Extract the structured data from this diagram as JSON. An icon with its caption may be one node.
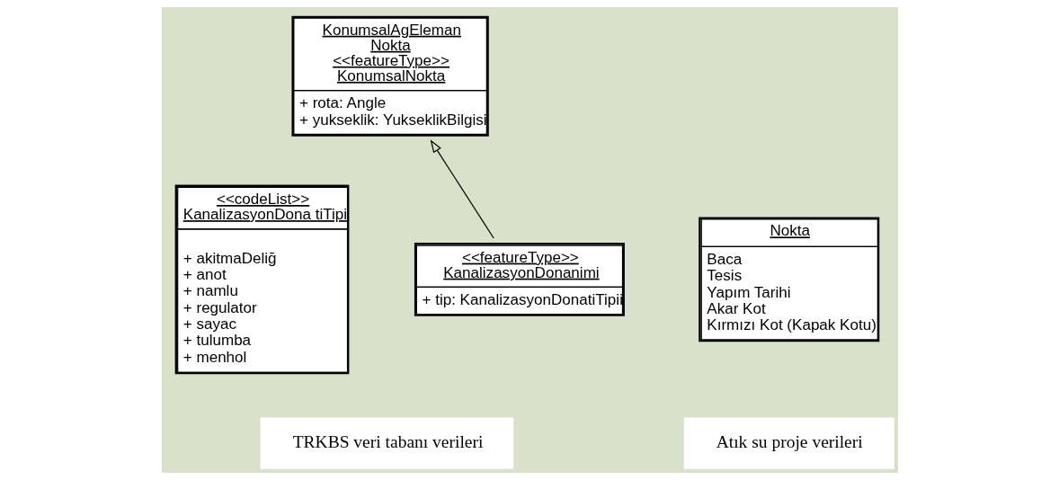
{
  "diagram": {
    "nodes": [
      {
        "text": [
          "KonumsalAgEleman",
          "Nokta",
          "<<featureType>>",
          "KonumsalNokta",
          "+ rota: Angle",
          "+ yukseklik: YukseklikBilgisi"
        ]
      },
      {
        "text": [
          "<<codeList>>",
          "KanalizasyonDona tiTipi",
          "+ akitmaDeliğ",
          "+ anot",
          "+ namlu",
          "+ regulator",
          "+ sayac",
          "+ tulumba",
          "+ menhol"
        ]
      },
      {
        "text": [
          "Nokta",
          "Baca",
          "Tesis",
          "Yapım Tarihi",
          "Akar Kot",
          "Kırmızı Kot (Kapak Kotu)"
        ]
      },
      {
        "text": [
          "<<featureType>>",
          "KanalizasyonDonanimi",
          "+ tip: KanalizasyonDonatiTipii"
        ]
      },
      {
        "text": [
          "TRKBS veri tabanı verileri"
        ]
      },
      {
        "text": [
          "Atık su proje verileri"
        ]
      }
    ],
    "edges": [
      {
        "from": 3,
        "to": 0,
        "arrow": "to"
      }
    ]
  }
}
